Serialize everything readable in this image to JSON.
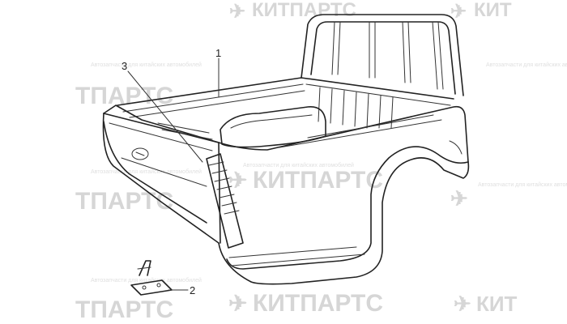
{
  "watermarks": {
    "brand_full": "КИТПАРТС",
    "brand_partial": "ТПАРТС",
    "brand_edge": "КИТ",
    "tagline": "Автозапчасти для китайских автомобилей"
  },
  "callouts": {
    "label_1": "1",
    "label_2": "2",
    "label_3": "3"
  },
  "colors": {
    "line": "#222222",
    "watermark": "#d6d6d6",
    "background": "#ffffff"
  }
}
